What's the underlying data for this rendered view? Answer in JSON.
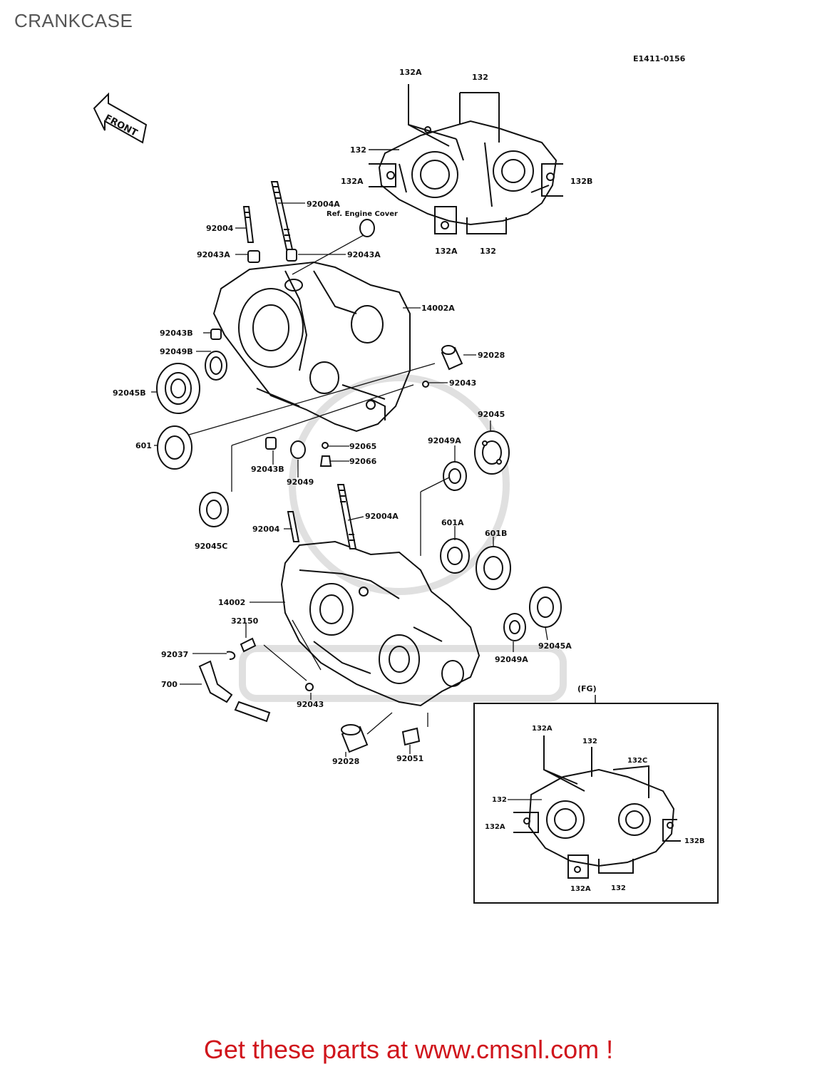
{
  "page": {
    "title": "CRANKCASE"
  },
  "diagram": {
    "code": "E1411-0156",
    "front_arrow": "FRONT",
    "labels": {
      "l_132a_1": "132A",
      "l_132_1": "132",
      "l_132_2": "132",
      "l_132a_2": "132A",
      "l_132b_1": "132B",
      "l_132a_3": "132A",
      "l_132_3": "132",
      "l_92004a_1": "92004A",
      "l_ref": "Ref. Engine Cover",
      "l_92004_1": "92004",
      "l_92043a_1": "92043A",
      "l_92043a_2": "92043A",
      "l_14002a": "14002A",
      "l_92043b_1": "92043B",
      "l_92049b": "92049B",
      "l_92045b": "92045B",
      "l_601": "601",
      "l_92028_1": "92028",
      "l_92043_1": "92043",
      "l_92045": "92045",
      "l_92049a_1": "92049A",
      "l_92065": "92065",
      "l_92066": "92066",
      "l_92043b_2": "92043B",
      "l_92049": "92049",
      "l_92045c": "92045C",
      "l_92004a_2": "92004A",
      "l_92004_2": "92004",
      "l_601a": "601A",
      "l_601b": "601B",
      "l_14002": "14002",
      "l_32150": "32150",
      "l_92037": "92037",
      "l_700": "700",
      "l_92043_2": "92043",
      "l_92049a_2": "92049A",
      "l_92045a": "92045A",
      "l_92028_2": "92028",
      "l_92051": "92051"
    },
    "inset": {
      "title": "(FG)",
      "labels": {
        "i_132a_1": "132A",
        "i_132_1": "132",
        "i_132c": "132C",
        "i_132_2": "132",
        "i_132a_2": "132A",
        "i_132b": "132B",
        "i_132a_3": "132A",
        "i_132_3": "132"
      }
    }
  },
  "footer": {
    "link_text": "Get these parts at www.cmsnl.com !"
  }
}
